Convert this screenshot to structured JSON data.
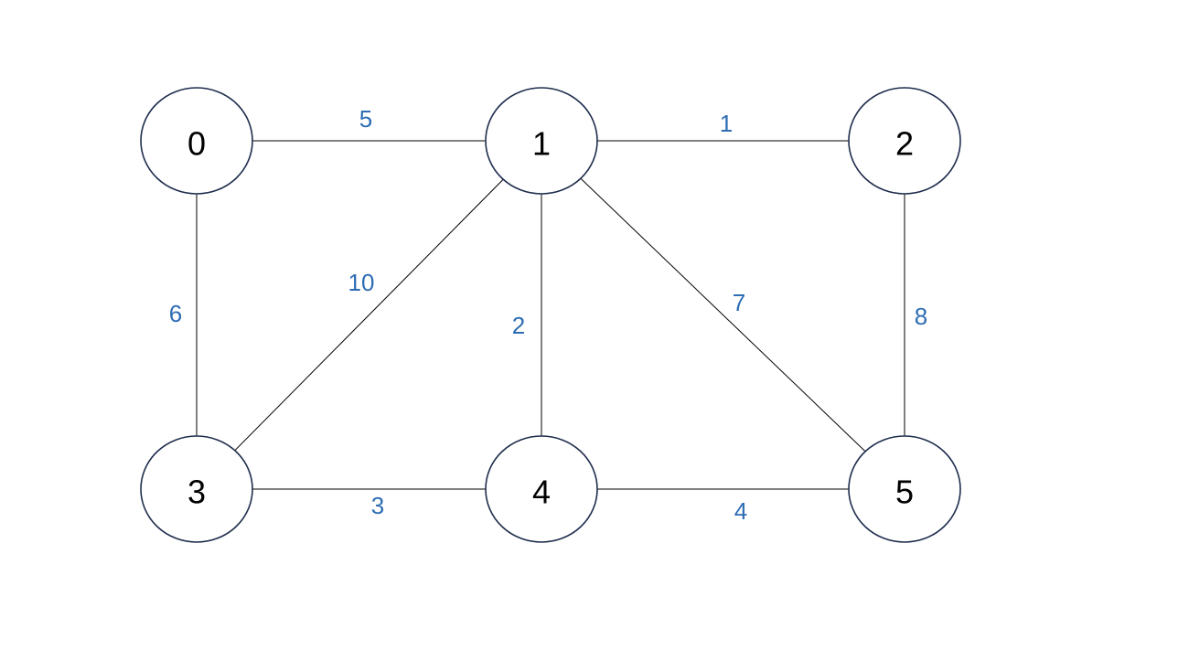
{
  "graph": {
    "node_stroke_color": "#1f2d4d",
    "edge_color": "#000000",
    "weight_color": "#2e6db4",
    "nodes": [
      {
        "id": "0",
        "label": "0"
      },
      {
        "id": "1",
        "label": "1"
      },
      {
        "id": "2",
        "label": "2"
      },
      {
        "id": "3",
        "label": "3"
      },
      {
        "id": "4",
        "label": "4"
      },
      {
        "id": "5",
        "label": "5"
      }
    ],
    "edges": [
      {
        "from": "0",
        "to": "1",
        "weight": "5"
      },
      {
        "from": "1",
        "to": "2",
        "weight": "1"
      },
      {
        "from": "0",
        "to": "3",
        "weight": "6"
      },
      {
        "from": "1",
        "to": "3",
        "weight": "10"
      },
      {
        "from": "1",
        "to": "4",
        "weight": "2"
      },
      {
        "from": "1",
        "to": "5",
        "weight": "7"
      },
      {
        "from": "2",
        "to": "5",
        "weight": "8"
      },
      {
        "from": "3",
        "to": "4",
        "weight": "3"
      },
      {
        "from": "4",
        "to": "5",
        "weight": "4"
      }
    ]
  }
}
